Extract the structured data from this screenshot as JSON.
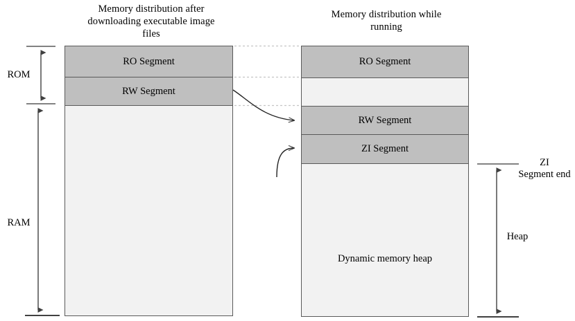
{
  "diagram": {
    "title_left": "Memory distribution after downloading executable image files",
    "title_right": "Memory distribution while running",
    "left_column": {
      "segments": [
        {
          "label": "RO Segment",
          "fill": "#bfbfbf"
        },
        {
          "label": "RW Segment",
          "fill": "#bfbfbf"
        },
        {
          "label": "",
          "fill": "#f2f2f2"
        }
      ]
    },
    "right_column": {
      "segments": [
        {
          "label": "RO Segment",
          "fill": "#bfbfbf"
        },
        {
          "label": "",
          "fill": "#f2f2f2"
        },
        {
          "label": "RW Segment",
          "fill": "#bfbfbf"
        },
        {
          "label": "ZI Segment",
          "fill": "#bfbfbf"
        },
        {
          "label": "Dynamic memory heap",
          "fill": "#f2f2f2"
        }
      ]
    },
    "left_brackets": [
      {
        "label": "ROM"
      },
      {
        "label": "RAM"
      }
    ],
    "right_brackets": [
      {
        "label": "ZI\nSegment end"
      },
      {
        "label": "Heap"
      }
    ],
    "colors": {
      "segment_fill": "#bfbfbf",
      "empty_fill": "#f2f2f2",
      "border": "#595959",
      "guide_line": "#bfbfbf",
      "arrow": "#404040",
      "text": "#000000",
      "background": "#ffffff"
    }
  }
}
